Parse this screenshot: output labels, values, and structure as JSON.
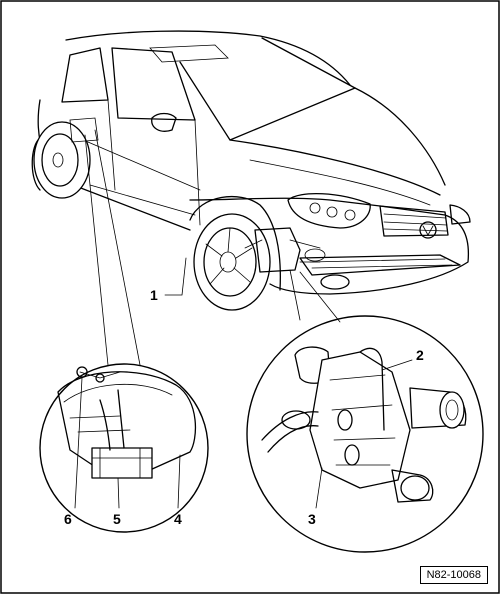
{
  "callouts": {
    "c1": "1",
    "c2": "2",
    "c3": "3",
    "c4": "4",
    "c5": "5",
    "c6": "6"
  },
  "reference_code": "N82-10068"
}
